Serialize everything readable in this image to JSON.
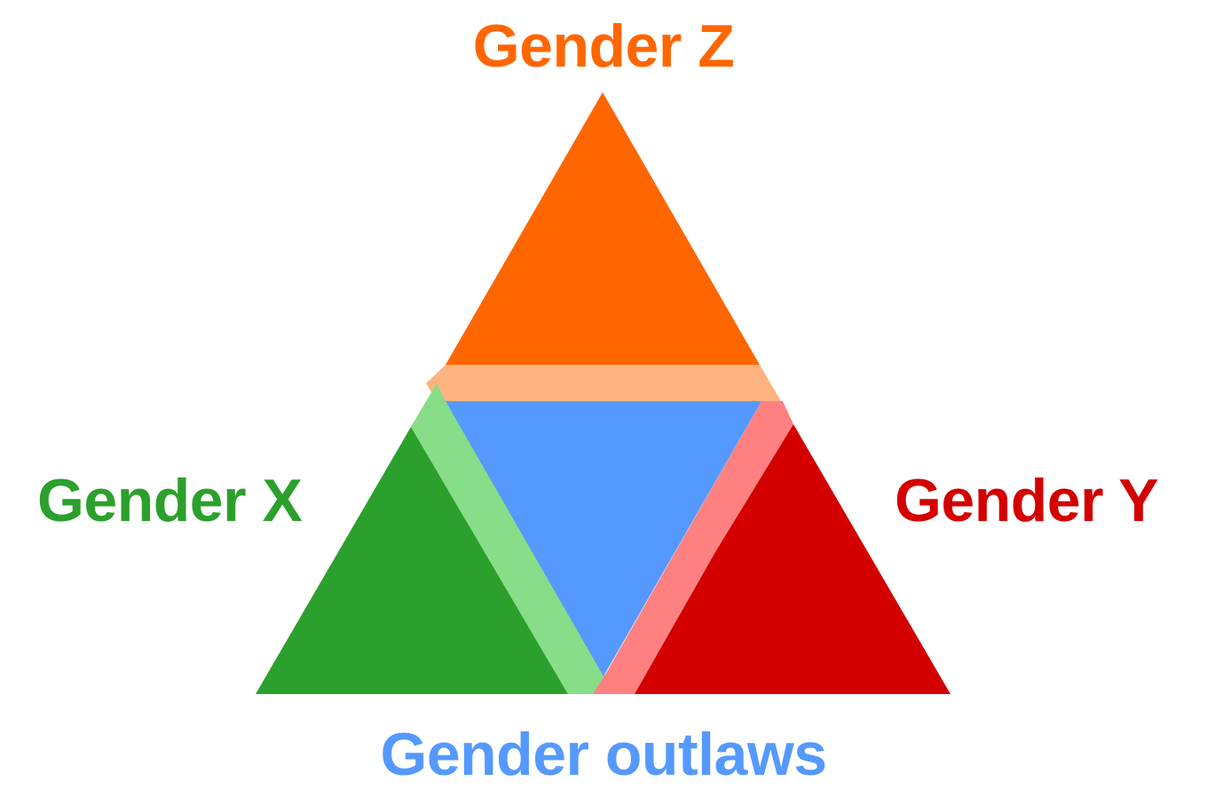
{
  "labels": {
    "top": "Gender Z",
    "left": "Gender X",
    "right": "Gender Y",
    "bottom": "Gender outlaws"
  },
  "colors": {
    "gender_z": "#ff6600",
    "gender_z_light": "#ffb380",
    "gender_x": "#2ca02c",
    "gender_x_light": "#88dd88",
    "gender_y": "#d40000",
    "gender_y_light": "#ff8080",
    "outlaws": "#5599ff"
  }
}
